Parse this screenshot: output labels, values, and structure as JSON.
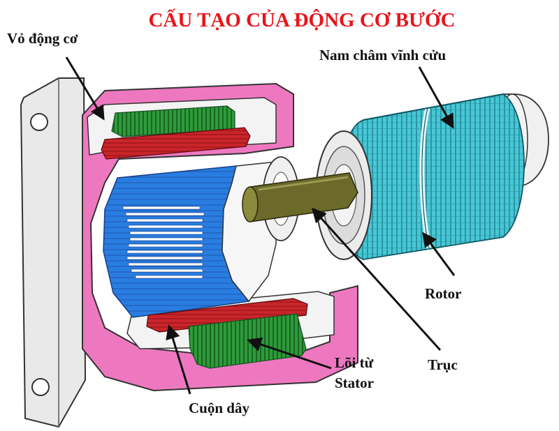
{
  "title": "CẤU TẠO CỦA ĐỘNG CƠ BƯỚC",
  "labels": {
    "housing": "Vỏ động cơ",
    "magnet": "Nam châm vĩnh cửu",
    "rotor": "Rotor",
    "shaft": "Trục",
    "core_line1": "Lõi từ",
    "core_line2": "Stator",
    "coil": "Cuộn dây"
  },
  "colors": {
    "title": "#e8141a",
    "housing": "#ee78c0",
    "housing_metal": "#ededed",
    "winding_green": "#2f9a3b",
    "winding_red": "#c9252b",
    "stator_blue": "#2a7de0",
    "rotor_teeth": "#48c8d4",
    "shaft": "#6b6a2a",
    "arrow": "#111111"
  }
}
